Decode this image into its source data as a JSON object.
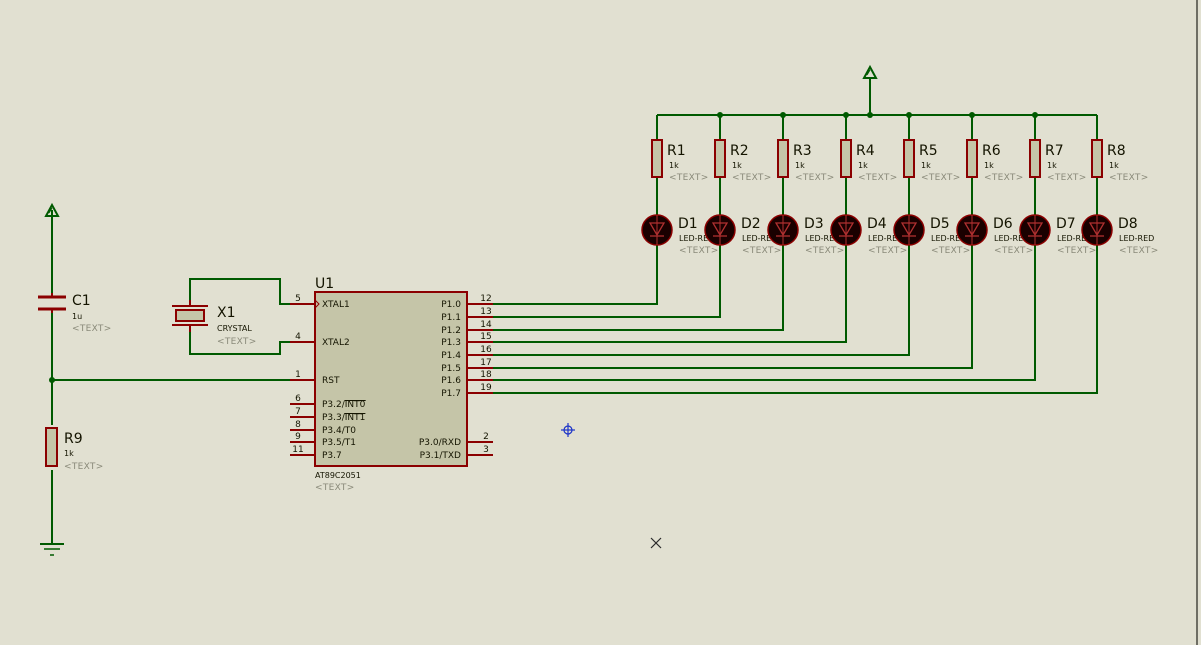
{
  "colors": {
    "background": "#e1e0d1",
    "wire": "#005a00",
    "component_outline": "#8b0000",
    "component_fill": "#c5c5a8",
    "led_fill": "#1a0000",
    "label_text": "#141400",
    "placeholder_text": "#8a8a7a",
    "cursor": "#1a32c8"
  },
  "placeholder_text": "<TEXT>",
  "mcu": {
    "ref": "U1",
    "part": "AT89C2051",
    "left_pins": [
      {
        "num": "5",
        "name": "XTAL1"
      },
      {
        "num": "4",
        "name": "XTAL2"
      },
      {
        "num": "1",
        "name": "RST"
      },
      {
        "num": "6",
        "name": "P3.2/INT0"
      },
      {
        "num": "7",
        "name": "P3.3/INT1"
      },
      {
        "num": "8",
        "name": "P3.4/T0"
      },
      {
        "num": "9",
        "name": "P3.5/T1"
      },
      {
        "num": "11",
        "name": "P3.7"
      }
    ],
    "right_pins": [
      {
        "num": "12",
        "name": "P1.0"
      },
      {
        "num": "13",
        "name": "P1.1"
      },
      {
        "num": "14",
        "name": "P1.2"
      },
      {
        "num": "15",
        "name": "P1.3"
      },
      {
        "num": "16",
        "name": "P1.4"
      },
      {
        "num": "17",
        "name": "P1.5"
      },
      {
        "num": "18",
        "name": "P1.6"
      },
      {
        "num": "19",
        "name": "P1.7"
      },
      {
        "num": "2",
        "name": "P3.0/RXD"
      },
      {
        "num": "3",
        "name": "P3.1/TXD"
      }
    ]
  },
  "crystal": {
    "ref": "X1",
    "value": "CRYSTAL"
  },
  "capacitor": {
    "ref": "C1",
    "value": "1u"
  },
  "reset_resistor": {
    "ref": "R9",
    "value": "1k"
  },
  "resistors": [
    {
      "ref": "R1",
      "value": "1k"
    },
    {
      "ref": "R2",
      "value": "1k"
    },
    {
      "ref": "R3",
      "value": "1k"
    },
    {
      "ref": "R4",
      "value": "1k"
    },
    {
      "ref": "R5",
      "value": "1k"
    },
    {
      "ref": "R6",
      "value": "1k"
    },
    {
      "ref": "R7",
      "value": "1k"
    },
    {
      "ref": "R8",
      "value": "1k"
    }
  ],
  "leds": [
    {
      "ref": "D1",
      "value": "LED-RED"
    },
    {
      "ref": "D2",
      "value": "LED-RED"
    },
    {
      "ref": "D3",
      "value": "LED-RED"
    },
    {
      "ref": "D4",
      "value": "LED-RED"
    },
    {
      "ref": "D5",
      "value": "LED-RED"
    },
    {
      "ref": "D6",
      "value": "LED-RED"
    },
    {
      "ref": "D7",
      "value": "LED-RED"
    },
    {
      "ref": "D8",
      "value": "LED-RED"
    }
  ]
}
